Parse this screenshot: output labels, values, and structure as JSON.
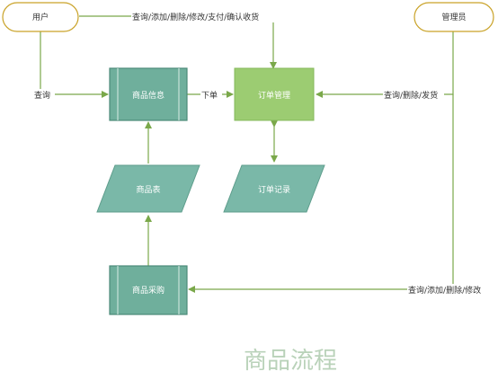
{
  "diagram": {
    "title": "商品流程",
    "nodes": {
      "user": "用户",
      "admin": "管理员",
      "product_info": "商品信息",
      "order_mgmt": "订单管理",
      "product_table": "商品表",
      "order_record": "订单记录",
      "product_purchase": "商品采购"
    },
    "edges": {
      "user_to_order": "查询/添加/删除/修改/支付/确认收货",
      "user_to_product": "查询",
      "product_to_order": "下单",
      "admin_to_order": "查询/删除/发货",
      "admin_to_purchase": "查询/添加/删除/修改"
    }
  },
  "colors": {
    "line": "#7aa84a",
    "terminator_stroke": "#c9a227",
    "process_fill": "#6faf9c",
    "process_stroke": "#4b8a78",
    "order_fill": "#9ccc72",
    "data_fill": "#7ab8a8"
  }
}
